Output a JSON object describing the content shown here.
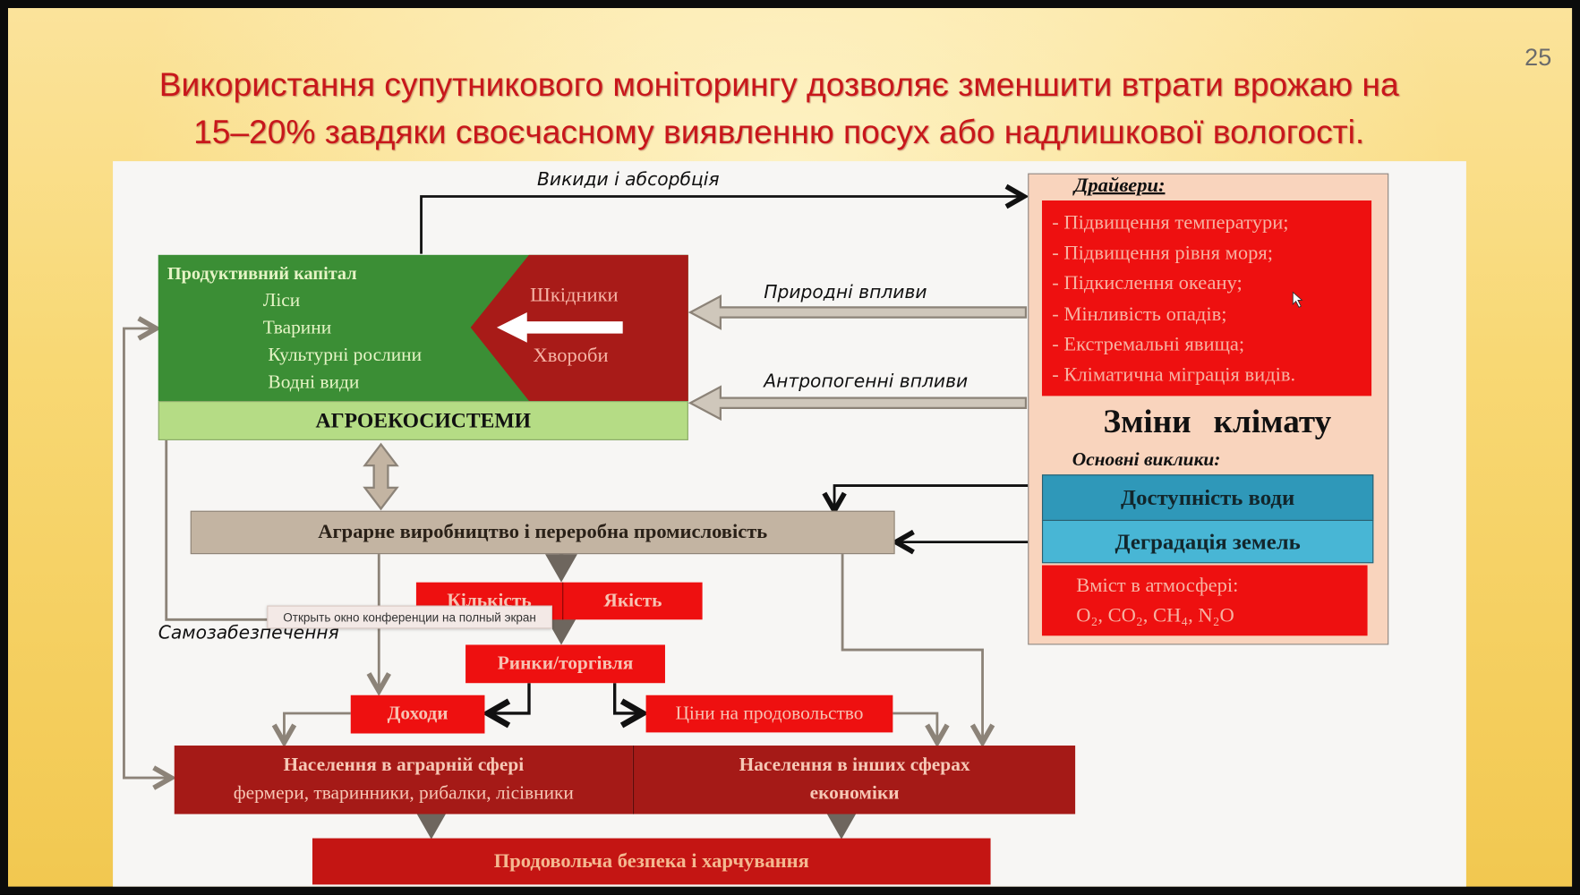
{
  "slide": {
    "page_number": "25",
    "title_line1": "Використання супутникового моніторингу дозволяє зменшити втрати врожаю на",
    "title_line2": "15–20% завдяки своєчасному виявленню посух або надлишкової вологості."
  },
  "diagram": {
    "emissions_label": "Викиди і абсорбція",
    "natural_label": "Природні впливи",
    "anthropogenic_label": "Антропогенні впливи",
    "self_sufficiency_label": "Самозабезпечення",
    "productive_capital": {
      "heading": "Продуктивний капітал",
      "items": [
        "Ліси",
        "Тварини",
        "Культурні рослини",
        "Водні види"
      ]
    },
    "threats": [
      "Шкідники",
      "Хвороби"
    ],
    "agroecosystems": "АГРОЕКОСИСТЕМИ",
    "climate": {
      "drivers_heading": "Драйвери:",
      "drivers": [
        "- Підвищення температури;",
        "- Підвищення рівня моря;",
        "- Підкислення океану;",
        "- Мінливість опадів;",
        "- Екстремальні явища;",
        "- Кліматична міграція видів."
      ],
      "title": "Зміни клімату",
      "challenges_heading": "Основні виклики:",
      "water": "Доступність води",
      "land": "Деградація земель",
      "atmosphere_line1": "Вміст в атмосфері:",
      "atmosphere_line2": "O₂, CO₂, CH₄, N₂O"
    },
    "production": "Аграрне виробництво і переробна промисловість",
    "quantity": "Кількість",
    "quality": "Якість",
    "markets": "Ринки/торгівля",
    "income": "Доходи",
    "food_prices": "Ціни на продовольство",
    "agri_population_line1": "Населення в аграрній сфері",
    "agri_population_line2": "фермери, тваринники, рибалки, лісівники",
    "other_population_line1": "Населення в інших сферах",
    "other_population_line2": "економіки",
    "food_security": "Продовольча безпека і харчування"
  },
  "overlay": {
    "tooltip": "Открыть окно конференции на полный экран"
  },
  "colors": {
    "title": "#c8171b",
    "green": "#3b8e35",
    "dark_red": "#a81b18",
    "bright_red": "#ee1010",
    "tan": "#c3b4a2",
    "blue": "#2f98b9",
    "light_blue": "#48b6d5"
  }
}
